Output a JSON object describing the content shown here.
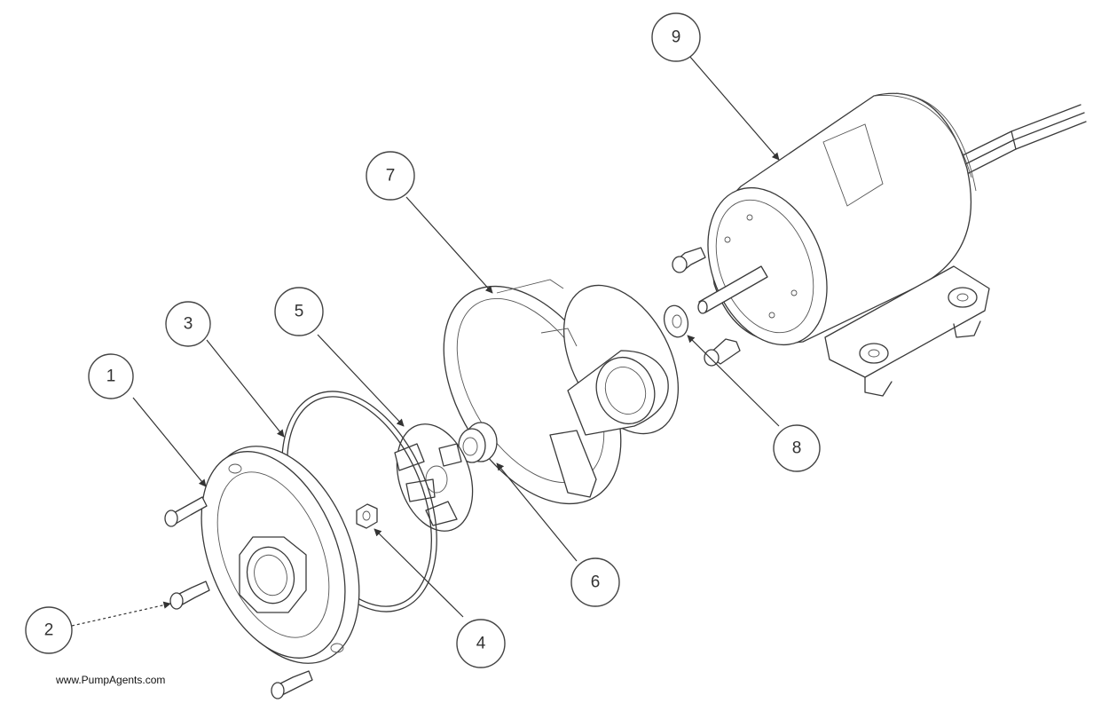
{
  "callouts": [
    {
      "id": "1",
      "label": "1"
    },
    {
      "id": "2",
      "label": "2"
    },
    {
      "id": "3",
      "label": "3"
    },
    {
      "id": "4",
      "label": "4"
    },
    {
      "id": "5",
      "label": "5"
    },
    {
      "id": "6",
      "label": "6"
    },
    {
      "id": "7",
      "label": "7"
    },
    {
      "id": "8",
      "label": "8"
    },
    {
      "id": "9",
      "label": "9"
    }
  ],
  "footer": {
    "website": "www.PumpAgents.com"
  }
}
